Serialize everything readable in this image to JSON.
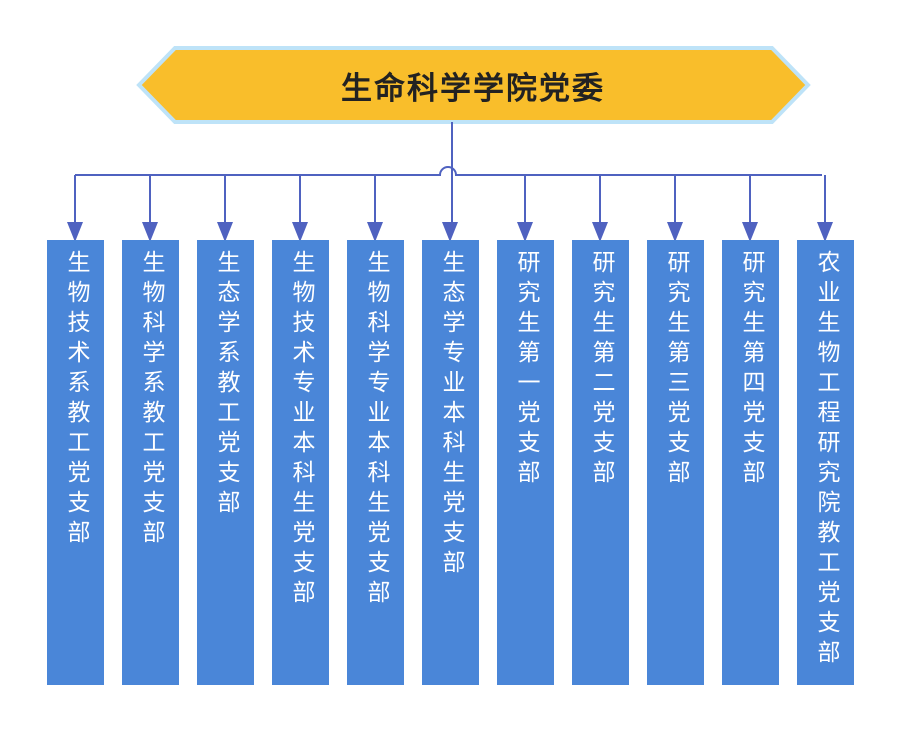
{
  "title": "生命科学学院党委",
  "colors": {
    "banner_fill": "#F9BE2B",
    "banner_border": "#BEE3F8",
    "box_fill": "#4A86D8",
    "connector": "#4F62C0"
  },
  "branches": [
    {
      "label": "生物技术系教工党支部"
    },
    {
      "label": "生物科学系教工党支部"
    },
    {
      "label": "生态学系教工党支部"
    },
    {
      "label": "生物技术专业本科生党支部"
    },
    {
      "label": "生物科学专业本科生党支部"
    },
    {
      "label": "生态学专业本科生党支部"
    },
    {
      "label": "研究生第一党支部"
    },
    {
      "label": "研究生第二党支部"
    },
    {
      "label": "研究生第三党支部"
    },
    {
      "label": "研究生第四党支部"
    },
    {
      "label": "农业生物工程研究院教工党支部"
    }
  ]
}
